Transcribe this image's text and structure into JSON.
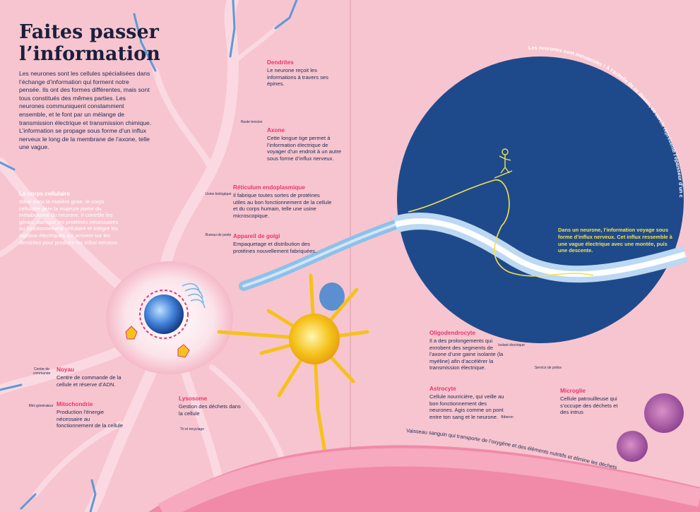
{
  "title": "Faites passer l’information",
  "intro": "Les neurones sont les cellules spécialisées dans l’échange d’information qui forment notre pensée. Ils ont des formes différentes, mais sont tous constitués des mêmes parties. Les neurones communiquent constamment ensemble, et le font par un mélange de transmission électrique et transmission chimique. L’information se propage sous forme d’un influx nerveux le long de la membrane de l’axone, telle une vague.",
  "labels": {
    "dendrites": {
      "title": "Dendrites",
      "text": "Le neurone reçoit les informations à travers ses épines."
    },
    "axone": {
      "title": "Axone",
      "text": "Cette longue tige permet à l’information électrique de voyager d’un endroit à un autre sous forme d’influx nerveux."
    },
    "reticulum": {
      "title": "Réticulum endoplasmique",
      "text": "Il fabrique toutes sortes de protéines utiles au bon fonctionnement de la cellule et du corps humain, telle une usine microscopique."
    },
    "golgi": {
      "title": "Appareil de golgi",
      "text": "Empaquetage et distribution des protéines nouvellement fabriquées."
    },
    "corps": {
      "title": "Le corps cellulaire",
      "text": "Situé dans la matière grise, le corps cellulaire gère la majeure partie du métabolisme du neurone. Il contrôle les gènes, fabrique les protéines nécessaires au fonctionnement cellulaire et intègre les signaux électriques qui arrivent sur les dendrites pour produire les influx nerveux."
    },
    "noyau": {
      "title": "Noyau",
      "text": "Centre de commande de la cellule et réserve d’ADN."
    },
    "mitochondrie": {
      "title": "Mitochondrie",
      "text": "Production l’énergie nécessaire au fonctionnement de la cellule"
    },
    "lysosome": {
      "title": "Lysosome",
      "text": "Gestion des déchets dans la cellule"
    },
    "oligodendrocyte": {
      "title": "Oligodendrocyte",
      "text": "Il a des prolongements qui enrobent des segments de l’axone d’une gaine isolante (la myéline) afin d’accélérer la transmission électrique."
    },
    "astrocyte": {
      "title": "Astrocyte",
      "text": "Cellule nourricière, qui veille au bon fonctionnement des neurones. Agis comme un pont entre ton sang et le neurone."
    },
    "microglie": {
      "title": "Microglie",
      "text": "Cellule patrouilleuse qui s’occupe des déchets et des intrus"
    }
  },
  "circle_caption": "Les neurones sont minuscules ! À l’échelle de ce dessin, ce cercle représente l’épaisseur d’un cheveu.",
  "wave_note": "Dans un neurone, l’information voyage sous forme d’influx nerveux. Cet influx ressemble à une vague électrique avec une montée, puis une descente.",
  "vessel_caption": "Vaisseau sanguin qui transporte de l’oxygène et des éléments nutritifs et élimine les déchets",
  "stamps": {
    "centre": "Centre de commande",
    "usine": "Usine biologique",
    "poste": "Bureau de poste",
    "energie": "Mini générateur",
    "signal": "Haute tension",
    "recyclage": "Tri et recyclage",
    "isolant": "Isolant électrique",
    "police": "Service de police",
    "nourrice": "Biberon"
  },
  "colors": {
    "background": "#f7c5cf",
    "circle": "#1e4a8c",
    "accent": "#e9356b",
    "yellow": "#f5c21a",
    "axon": "#8fc0e8"
  }
}
